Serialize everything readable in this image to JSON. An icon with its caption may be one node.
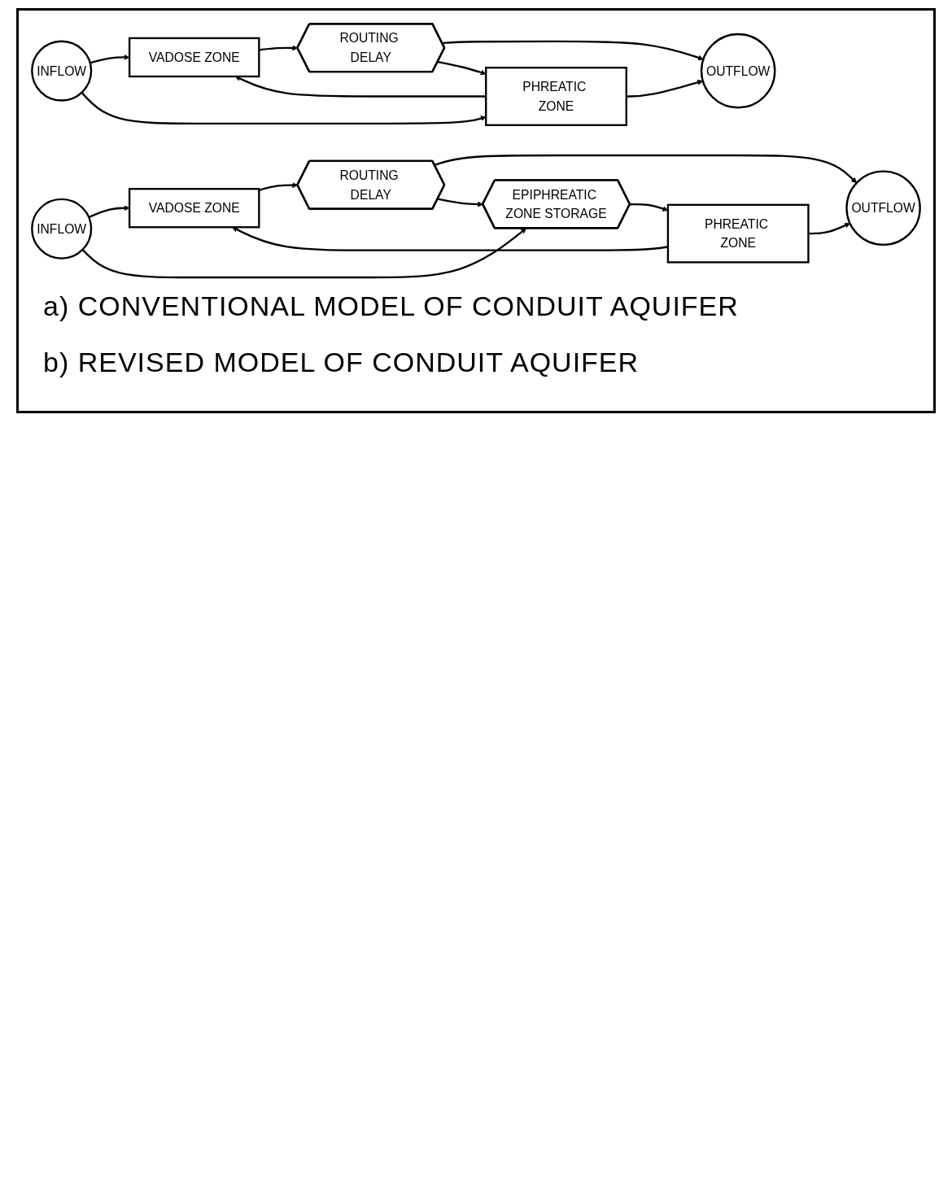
{
  "diagram": {
    "nodes": [
      {
        "text": [
          "INFLOW"
        ]
      },
      {
        "text": [
          "VADOSE ZONE"
        ]
      },
      {
        "text": [
          "ROUTING DELAY"
        ]
      },
      {
        "text": [
          "OUTFLOW"
        ]
      },
      {
        "text": [
          "PHREATIC ZONE"
        ]
      },
      {
        "text": [
          "INFLOW"
        ]
      },
      {
        "text": [
          "VADOSE ZONE"
        ]
      },
      {
        "text": [
          "ROUTING DELAY"
        ]
      },
      {
        "text": [
          "OUTFLOW"
        ]
      },
      {
        "text": [
          "EPIPHREATIC ZONE STORAGE"
        ]
      },
      {
        "text": [
          "PHREATIC ZONE"
        ]
      }
    ],
    "edges": [
      {
        "from": 0,
        "to": 1,
        "arrow": "to"
      },
      {
        "from": 1,
        "to": 2,
        "arrow": "to"
      },
      {
        "from": 2,
        "to": 3,
        "arrow": "to"
      },
      {
        "from": 0,
        "to": 4,
        "arrow": "to"
      },
      {
        "from": 4,
        "to": 1,
        "arrow": "to"
      },
      {
        "from": 2,
        "to": 4,
        "arrow": "to"
      },
      {
        "from": 4,
        "to": 3,
        "arrow": "to"
      },
      {
        "from": 5,
        "to": 6,
        "arrow": "to"
      },
      {
        "from": 6,
        "to": 7,
        "arrow": "to"
      },
      {
        "from": 7,
        "to": 8,
        "arrow": "to"
      },
      {
        "from": 5,
        "to": 9,
        "arrow": "to"
      },
      {
        "from": 9,
        "to": 10,
        "arrow": "to"
      },
      {
        "from": 10,
        "to": 8,
        "arrow": "to"
      },
      {
        "from": 7,
        "to": 9,
        "arrow": "to"
      },
      {
        "from": 10,
        "to": 6,
        "arrow": "to"
      }
    ],
    "labels": [
      "a) CONVENTIONAL MODEL OF CONDUIT AQUIFER",
      "b) REVISED MODEL OF CONDUIT AQUIFER"
    ]
  }
}
